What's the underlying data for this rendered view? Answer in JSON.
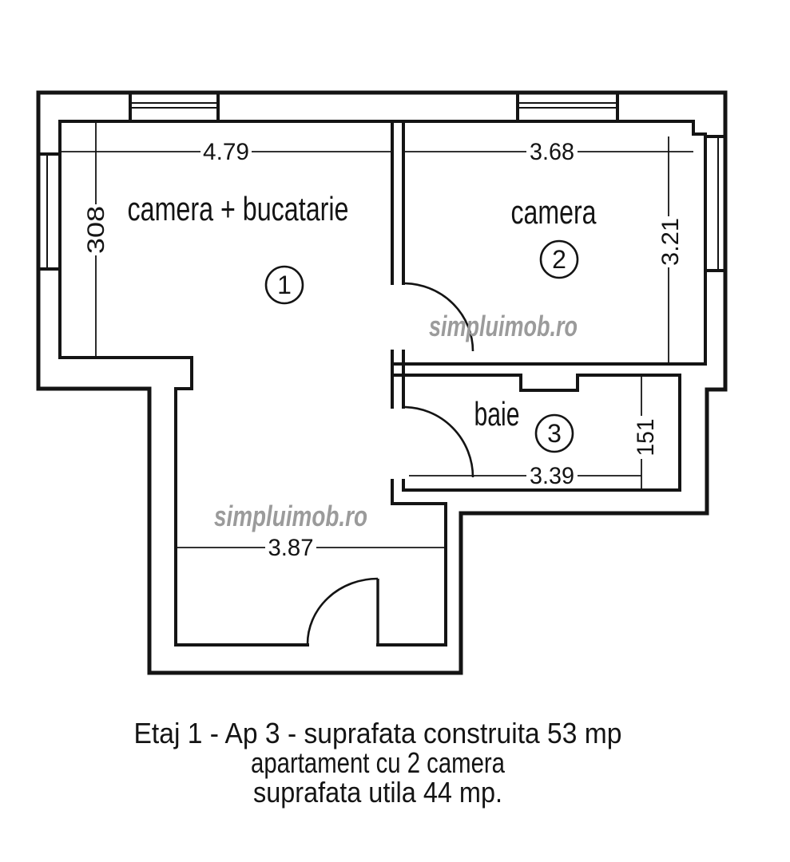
{
  "plan": {
    "watermark": "simpluimob.ro",
    "rooms": [
      {
        "number": "1",
        "label": "camera + bucatarie"
      },
      {
        "number": "2",
        "label": "camera"
      },
      {
        "number": "3",
        "label": "baie"
      }
    ],
    "dims": {
      "w1": "4.79",
      "h1": "308",
      "w2": "3.68",
      "h2": "3.21",
      "w3": "3.39",
      "h3": "151",
      "whall": "3.87"
    },
    "colors": {
      "line": "#141414",
      "watermark": "#9b9b9b",
      "bg": "#ffffff"
    }
  },
  "caption": {
    "line1": "Etaj 1 - Ap 3 - suprafata construita 53 mp",
    "line2": "apartament cu 2 camera",
    "line3": "suprafata utila 44 mp."
  }
}
